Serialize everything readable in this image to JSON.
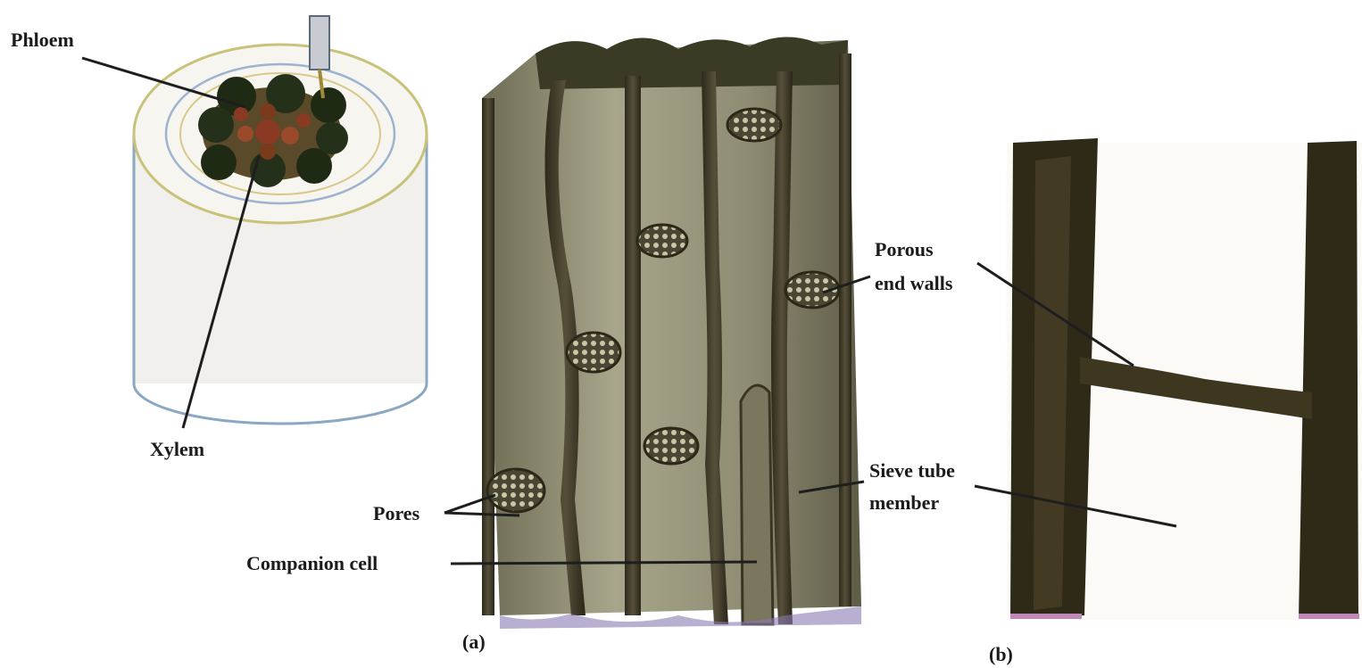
{
  "labels": {
    "phloem": "Phloem",
    "xylem": "Xylem",
    "porous_line1": "Porous",
    "porous_line2": "end walls",
    "sieve_line1": "Sieve tube",
    "sieve_line2": "member",
    "pores": "Pores",
    "companion": "Companion cell",
    "panel_a": "(a)",
    "panel_b": "(b)"
  }
}
